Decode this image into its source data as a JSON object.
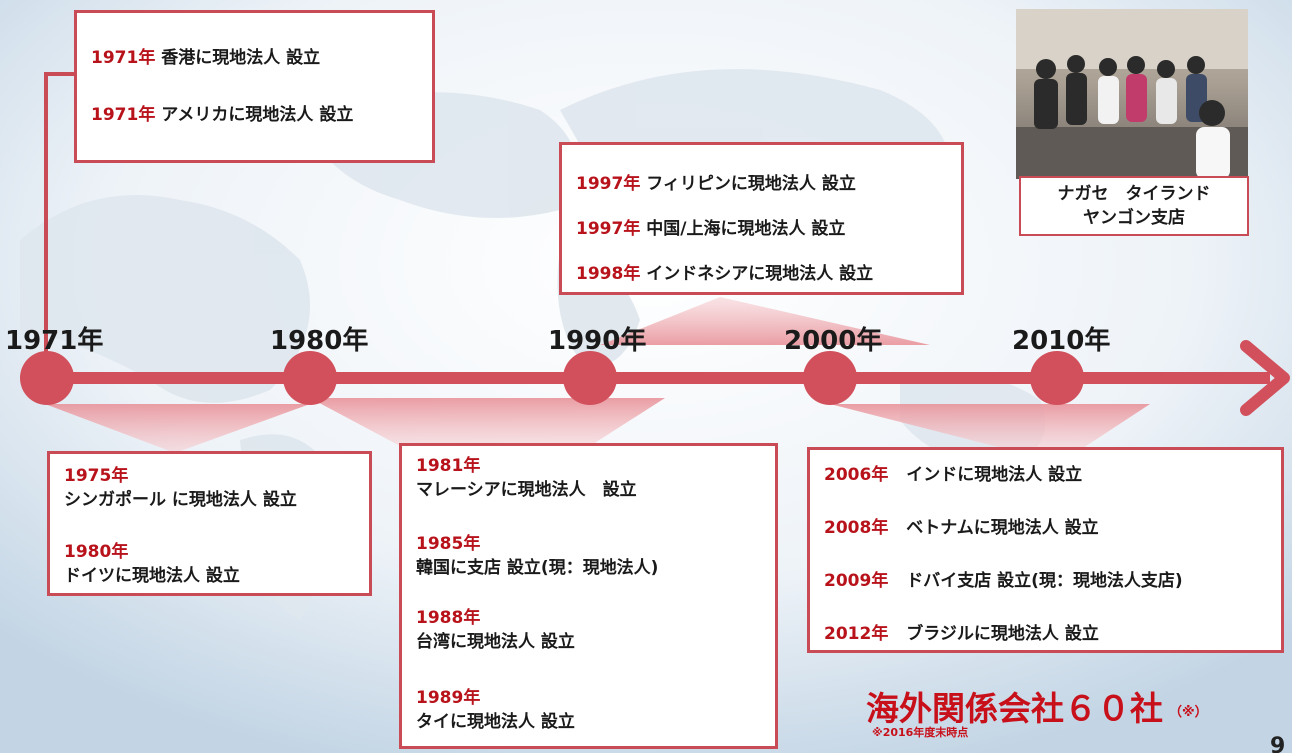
{
  "timeline": {
    "decades": [
      "1971年",
      "1980年",
      "1990年",
      "2000年",
      "2010年"
    ]
  },
  "boxes": {
    "box_1971": [
      {
        "year": "1971年",
        "text": "香港に現地法人 設立"
      },
      {
        "year": "1971年",
        "text": "アメリカに現地法人 設立"
      }
    ],
    "box_1997": [
      {
        "year": "1997年",
        "text": "フィリピンに現地法人 設立"
      },
      {
        "year": "1997年",
        "text": "中国/上海に現地法人 設立"
      },
      {
        "year": "1998年",
        "text": "インドネシアに現地法人 設立"
      }
    ],
    "box_1975": [
      {
        "year": "1975年",
        "text": "シンガポール に現地法人 設立"
      },
      {
        "year": "1980年",
        "text": "ドイツに現地法人 設立"
      }
    ],
    "box_1981": [
      {
        "year": "1981年",
        "text": "マレーシアに現地法人　設立"
      },
      {
        "year": "1985年",
        "text": "韓国に支店 設立(現：現地法人)"
      },
      {
        "year": "1988年",
        "text": "台湾に現地法人 設立"
      },
      {
        "year": "1989年",
        "text": "タイに現地法人 設立"
      }
    ],
    "box_2006": [
      {
        "year": "2006年",
        "text": "インドに現地法人 設立"
      },
      {
        "year": "2008年",
        "text": "ベトナムに現地法人 設立"
      },
      {
        "year": "2009年",
        "text": "ドバイ支店 設立(現：現地法人支店)"
      },
      {
        "year": "2012年",
        "text": "ブラジルに現地法人 設立"
      }
    ]
  },
  "photo_caption": [
    "ナガセ　タイランド",
    "ヤンゴン支店"
  ],
  "summary": {
    "main": "海外関係会社６０社",
    "mark": "（※）",
    "footnote": "※2016年度末時点"
  },
  "page_number": "9",
  "colors": {
    "accent": "#d1505b",
    "year_red": "#b8121b",
    "summary_red": "#c8101a"
  }
}
